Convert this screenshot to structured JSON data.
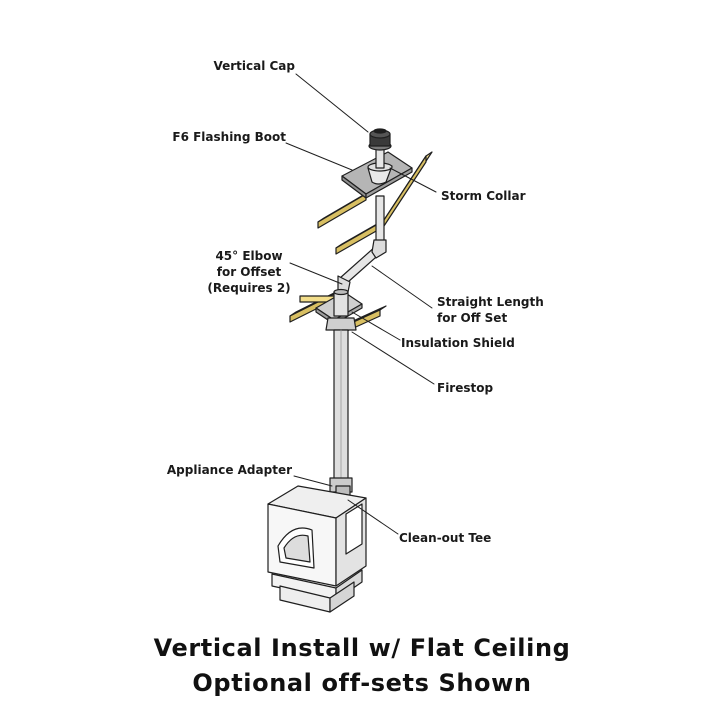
{
  "labels": {
    "vertical_cap": "Vertical Cap",
    "flashing_boot": "F6 Flashing Boot",
    "storm_collar": "Storm Collar",
    "elbow_line1": "45° Elbow",
    "elbow_line2": "for Offset",
    "elbow_line3": "(Requires 2)",
    "straight_line1": "Straight Length",
    "straight_line2": "for Off Set",
    "insulation_shield": "Insulation Shield",
    "firestop": "Firestop",
    "appliance_adapter": "Appliance Adapter",
    "cleanout_tee": "Clean-out Tee"
  },
  "caption": {
    "line1": "Vertical Install w/ Flat Ceiling",
    "line2": "Optional off-sets Shown"
  },
  "colors": {
    "wood": "#f2dd8a",
    "outline": "#1f1f1f",
    "pipe": "#d9d9d9",
    "flashing": "#b5b5b5"
  }
}
